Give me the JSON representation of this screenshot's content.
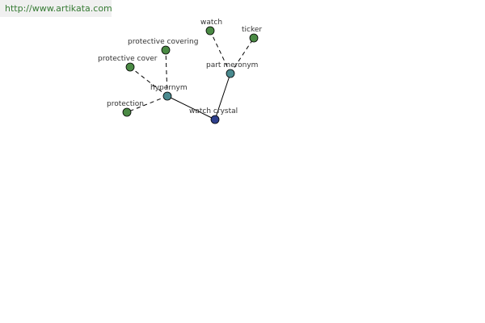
{
  "url": "http://www.artikata.com",
  "colors": {
    "term_node": "#4a8a44",
    "relation_node": "#4a8a8f",
    "root_node": "#2e3f8c",
    "url_text": "#357a33",
    "url_banner_bg": "#f0f0f0"
  },
  "nodes": {
    "watch": "watch",
    "ticker": "ticker",
    "protective_covering": "protective covering",
    "protective_cover": "protective cover",
    "part_meronym": "part meronym",
    "hypernym": "hypernym",
    "protection": "protection",
    "watch_crystal": "watch crystal"
  }
}
